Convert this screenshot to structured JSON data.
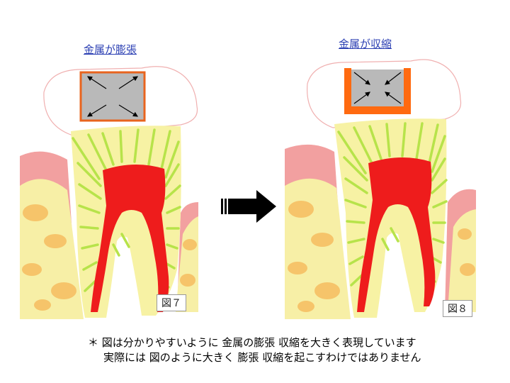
{
  "labels": {
    "left_title": "金属が膨張",
    "right_title": "金属が収縮",
    "fig_left": "図７",
    "fig_right": "図８"
  },
  "note": {
    "marker": "＊",
    "line1": "図は分かりやすいように 金属の膨張 収縮を大きく表現しています",
    "line2": "実際には 図のように大きく 膨張 収縮を起こすわけではありません"
  },
  "colors": {
    "gum": "#f2a0a0",
    "bone": "#f7efa6",
    "bone_spots": "#f6c46a",
    "dentin": "#f7f2a4",
    "pulp": "#ee1c1c",
    "tubules": "#b7e34a",
    "metal": "#b9b9b9",
    "expand_edge": "#e8641e",
    "contract_edge": "#ff6a10",
    "arrow": "#000000"
  },
  "icons": {
    "transition": "right-arrow-icon"
  }
}
